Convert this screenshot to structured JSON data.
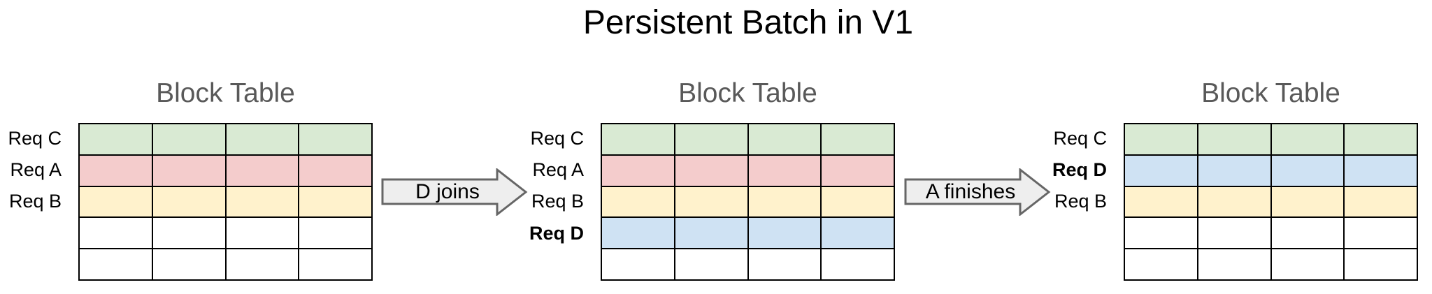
{
  "title": "Persistent Batch in V1",
  "colors": {
    "title": "#000000",
    "table_title": "#595959",
    "grid_line": "#000000",
    "arrow_fill": "#eeeeee",
    "arrow_border": "#666666",
    "req_c_green": "#d9ead3",
    "req_a_red": "#f4cccc",
    "req_b_yellow": "#fff2cc",
    "req_d_blue": "#cfe2f3",
    "empty_white": "#ffffff"
  },
  "tables": [
    {
      "title": "Block Table",
      "columns": 4,
      "rows": 5,
      "row_colors": [
        "#d9ead3",
        "#f4cccc",
        "#fff2cc",
        "#ffffff",
        "#ffffff"
      ],
      "labels": [
        {
          "text": "Req C",
          "row": 0,
          "bold": false
        },
        {
          "text": "Req A",
          "row": 1,
          "bold": false
        },
        {
          "text": "Req B",
          "row": 2,
          "bold": false
        }
      ]
    },
    {
      "title": "Block Table",
      "columns": 4,
      "rows": 5,
      "row_colors": [
        "#d9ead3",
        "#f4cccc",
        "#fff2cc",
        "#cfe2f3",
        "#ffffff"
      ],
      "labels": [
        {
          "text": "Req C",
          "row": 0,
          "bold": false
        },
        {
          "text": "Req A",
          "row": 1,
          "bold": false
        },
        {
          "text": "Req B",
          "row": 2,
          "bold": false
        },
        {
          "text": "Req D",
          "row": 3,
          "bold": true
        }
      ]
    },
    {
      "title": "Block Table",
      "columns": 4,
      "rows": 5,
      "row_colors": [
        "#d9ead3",
        "#cfe2f3",
        "#fff2cc",
        "#ffffff",
        "#ffffff"
      ],
      "labels": [
        {
          "text": "Req C",
          "row": 0,
          "bold": false
        },
        {
          "text": "Req D",
          "row": 1,
          "bold": true
        },
        {
          "text": "Req B",
          "row": 2,
          "bold": false
        }
      ]
    }
  ],
  "arrows": [
    {
      "label": "D joins"
    },
    {
      "label": "A finishes"
    }
  ]
}
